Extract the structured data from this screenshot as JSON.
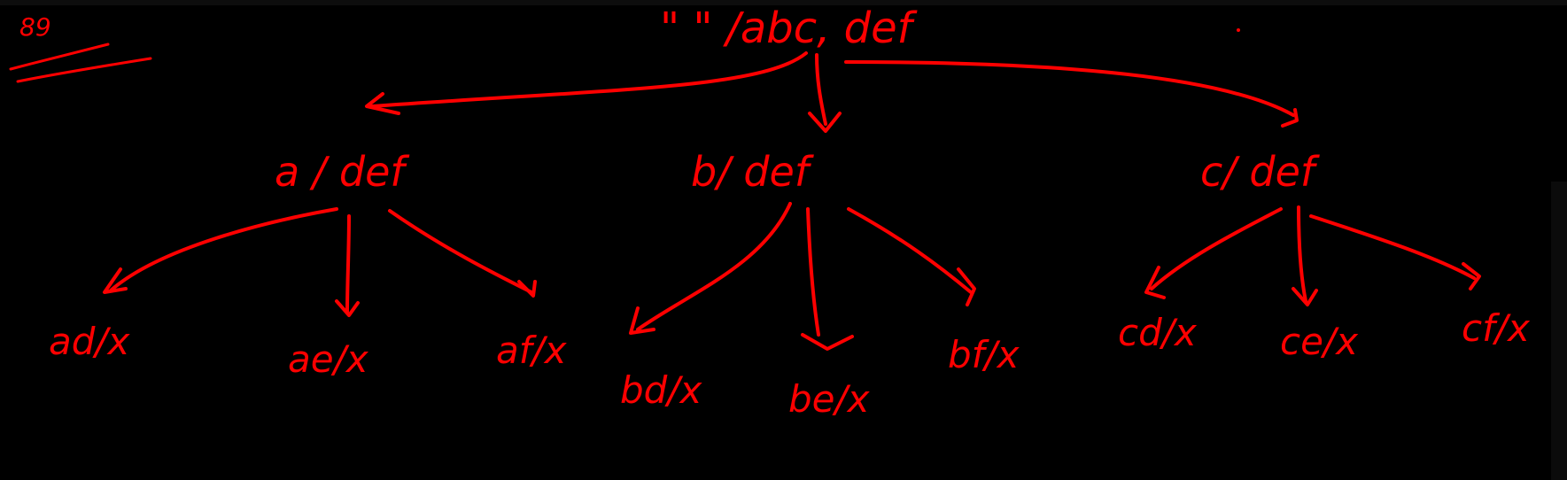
{
  "ink_color": "#ff0000",
  "background": "#000000",
  "corner_note": "89",
  "root": {
    "label": "\"  \" /abc, def"
  },
  "level1": [
    {
      "label": "a / def"
    },
    {
      "label": "b/ def"
    },
    {
      "label": "c/ def"
    }
  ],
  "level2": [
    {
      "label": "ad/x"
    },
    {
      "label": "ae/x"
    },
    {
      "label": "af/x"
    },
    {
      "label": "bd/x"
    },
    {
      "label": "be/x"
    },
    {
      "label": "bf/x"
    },
    {
      "label": "cd/x"
    },
    {
      "label": "ce/x"
    },
    {
      "label": "cf/x"
    }
  ]
}
